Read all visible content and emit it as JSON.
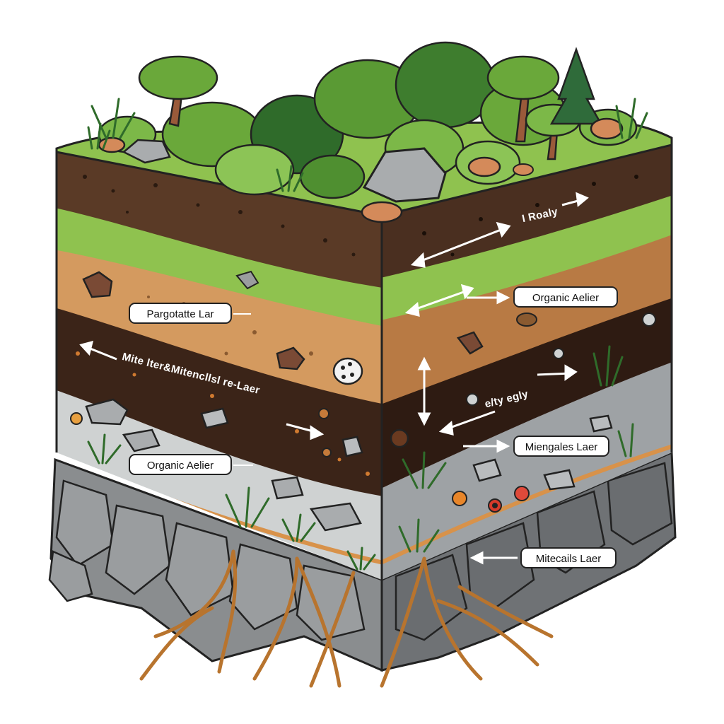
{
  "labels": {
    "pergotate_lar": "Pargotatte Lar",
    "organic_aelier_right": "Organic Aelier",
    "organic_aelier_left": "Organic Aelier",
    "miengales_laer": "Miengales Laer",
    "mitecails_laer": "Mitecails Laer"
  },
  "free_text": {
    "top_right": "I Roaly",
    "middle_left": "Mite lter&Mitencllsl re-Laer",
    "middle_right": "e/ty egly"
  },
  "colors": {
    "grass": "#8fc24f",
    "topsoil": "#5a3a26",
    "subsoil": "#d49a5f",
    "dark_soil": "#3b2418",
    "gravel": "#cfd2d2",
    "bedrock": "#8a8d8f",
    "roots": "#b8742e"
  }
}
